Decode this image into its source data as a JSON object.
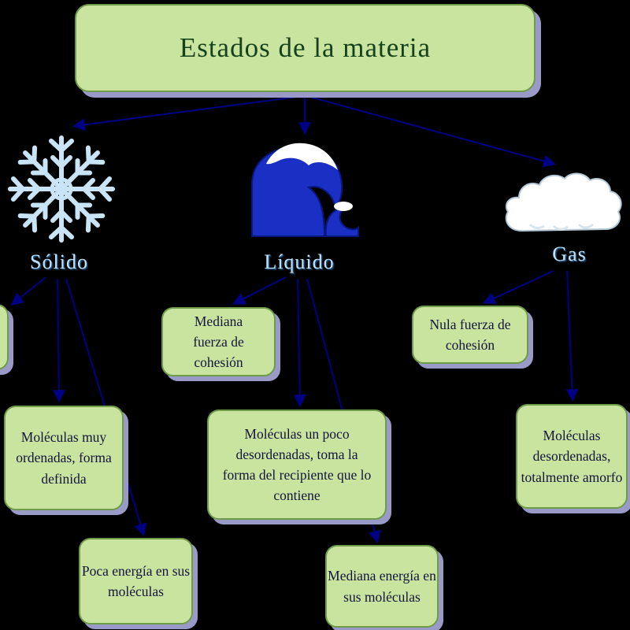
{
  "title": "Estados de la materia",
  "states": {
    "solido": "Sólido",
    "liquido": "Líquido",
    "gas": "Gas"
  },
  "boxes": {
    "solido_molecules": "Moléculas muy ordenadas, forma definida",
    "solido_energy": "Poca energía en sus moléculas",
    "liquido_cohesion": "Mediana fuerza de cohesión",
    "liquido_molecules": "Moléculas un poco desordenadas, toma la forma del recipiente que lo contiene",
    "liquido_energy": "Mediana energía en sus moléculas",
    "gas_cohesion": "Nula fuerza de cohesión",
    "gas_molecules": "Moléculas desordenadas, totalmente amorfo"
  },
  "icons": {
    "solido": "snowflake-icon",
    "liquido": "wave-icon",
    "gas": "cloud-icon"
  },
  "colors": {
    "background": "#000000",
    "box-fill": "#c9e49e",
    "box-border": "#6f9c48",
    "box-shadow": "#9a9ac8",
    "arrow": "#000085",
    "title-text": "#15421c",
    "box-text": "#14143c",
    "state-label": "#bfe1f7"
  }
}
